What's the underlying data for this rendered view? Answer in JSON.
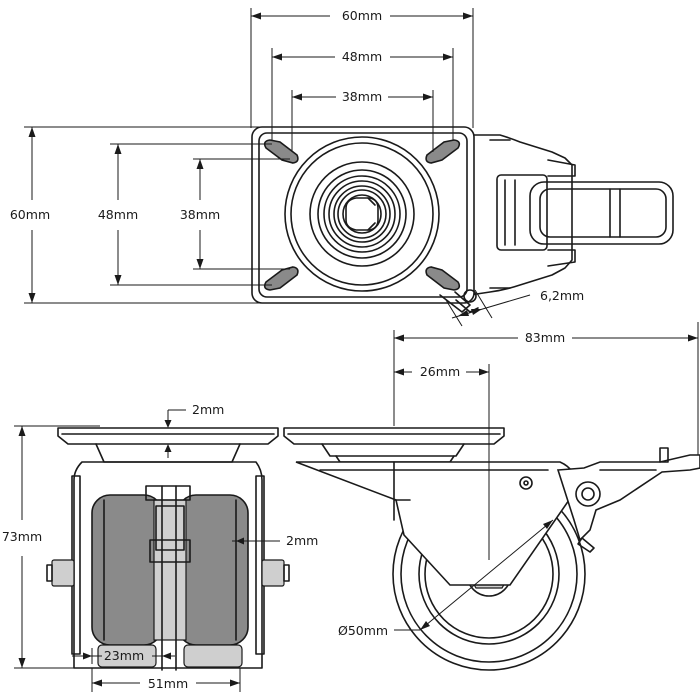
{
  "top_view": {
    "plate_width": "60mm",
    "hole_spacing_outer": "48mm",
    "hole_spacing_inner": "38mm",
    "plate_height": "60mm",
    "hole_spacing_outer_v": "48mm",
    "hole_spacing_inner_v": "38mm",
    "offset": "6,2mm"
  },
  "front_view": {
    "plate_thickness": "2mm",
    "wheel_gap": "2mm",
    "total_height": "73mm",
    "wheel_width": "23mm",
    "total_width": "51mm"
  },
  "side_view": {
    "total_length": "83mm",
    "swivel_offset": "26mm",
    "wheel_diameter": "Ø50mm"
  }
}
